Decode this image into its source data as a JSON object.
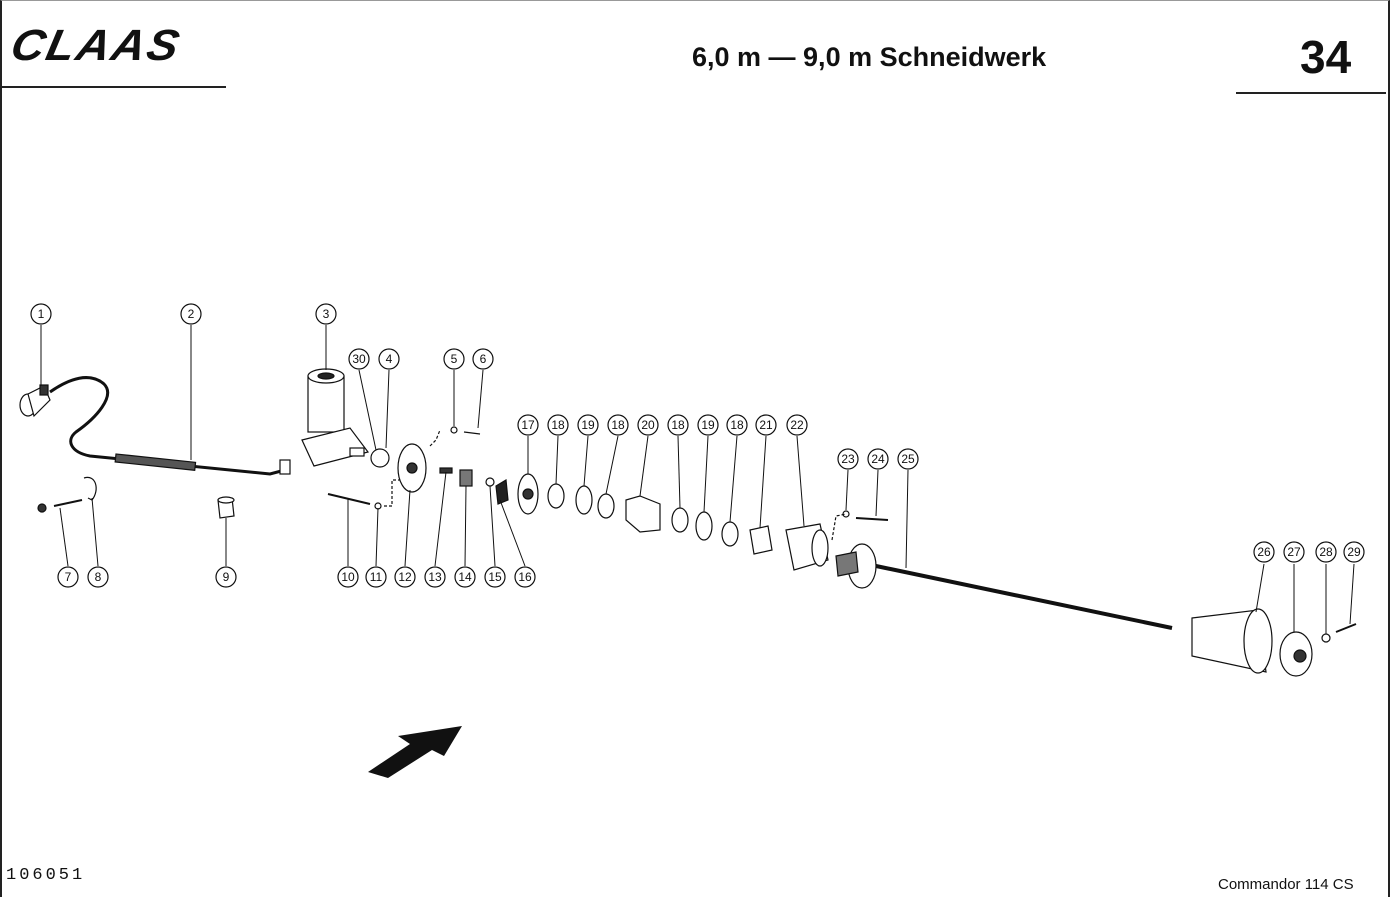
{
  "header": {
    "brand": "CLAAS",
    "title": "6,0 m — 9,0 m Schneidwerk",
    "page_number": "34"
  },
  "footer": {
    "document_number": "106051",
    "model": "Commandor 114 CS"
  },
  "callouts": [
    "1",
    "2",
    "3",
    "30",
    "4",
    "5",
    "6",
    "7",
    "8",
    "9",
    "10",
    "11",
    "12",
    "13",
    "14",
    "15",
    "16",
    "17",
    "18",
    "19",
    "18",
    "20",
    "18",
    "19",
    "18",
    "21",
    "22",
    "23",
    "24",
    "25",
    "26",
    "27",
    "28",
    "29"
  ]
}
